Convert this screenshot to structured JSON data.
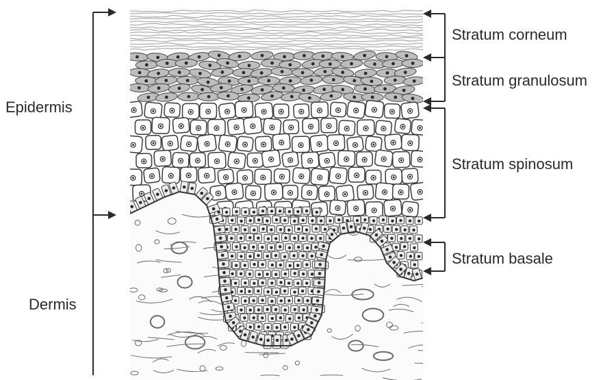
{
  "left_labels": {
    "epidermis": "Epidermis",
    "dermis": "Dermis"
  },
  "right_labels": {
    "corneum": "Stratum corneum",
    "granulosum": "Stratum granulosum",
    "spinosum": "Stratum spinosum",
    "basale": "Stratum basale"
  },
  "colors": {
    "line": "#2a2a2a",
    "cell_outline": "#3a3a3a",
    "nucleus": "#2b2b2b",
    "tissue_fill": "#f4f4f4"
  }
}
